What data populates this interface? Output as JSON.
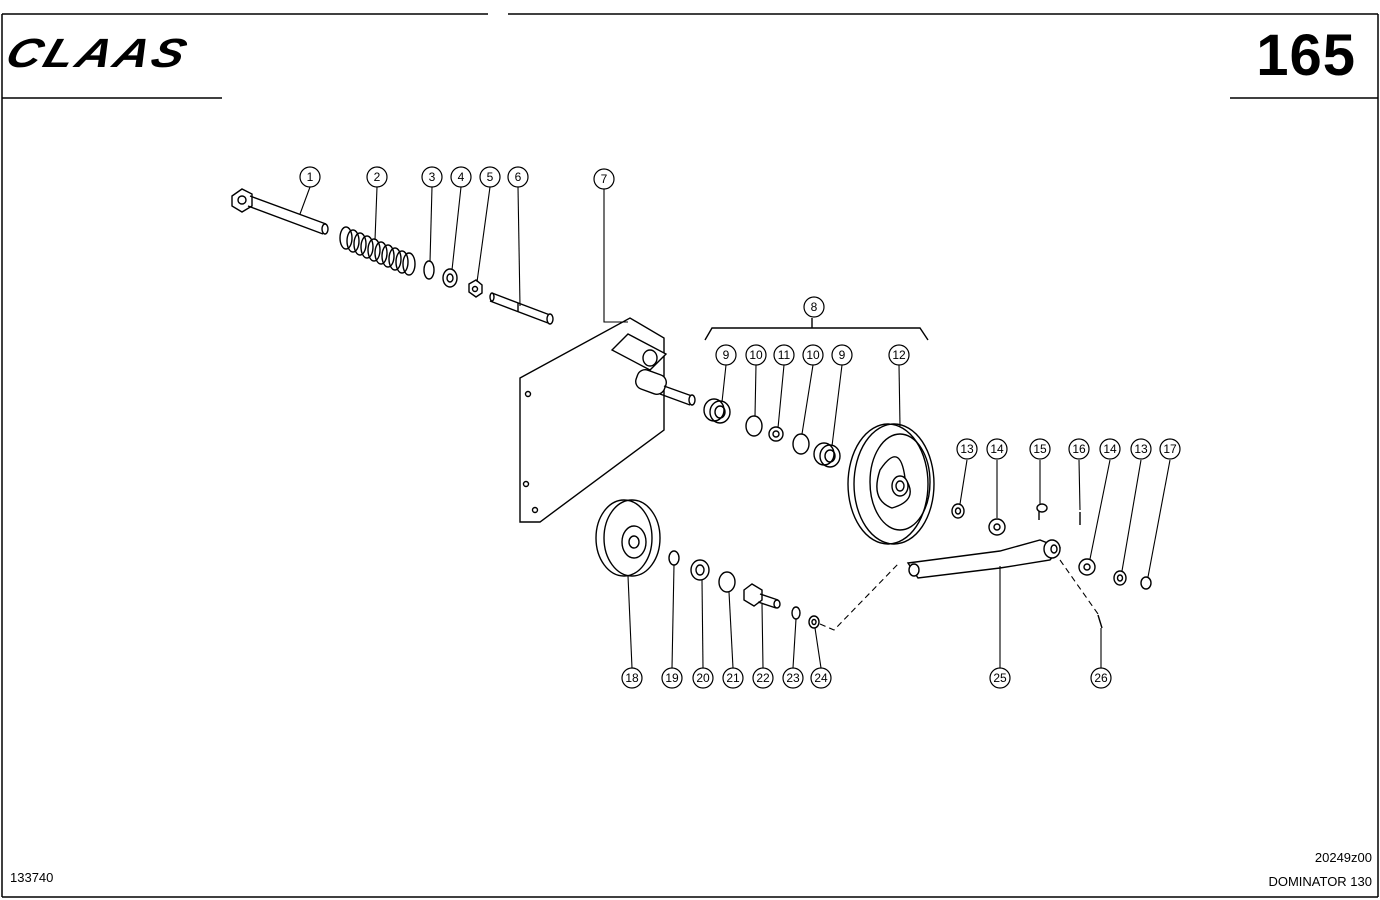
{
  "header": {
    "brand": "CLAAS",
    "page_number": "165"
  },
  "footer": {
    "left_code": "133740",
    "right_code": "20249z00",
    "model": "DOMINATOR 130"
  },
  "parts": [
    "1",
    "2",
    "3",
    "4",
    "5",
    "6",
    "7",
    "8",
    "9",
    "10",
    "11",
    "10",
    "9",
    "12",
    "13",
    "14",
    "15",
    "16",
    "14",
    "13",
    "17",
    "18",
    "19",
    "20",
    "21",
    "22",
    "23",
    "24",
    "25",
    "26"
  ],
  "colors": {
    "ink": "#000000",
    "paper": "#ffffff"
  }
}
